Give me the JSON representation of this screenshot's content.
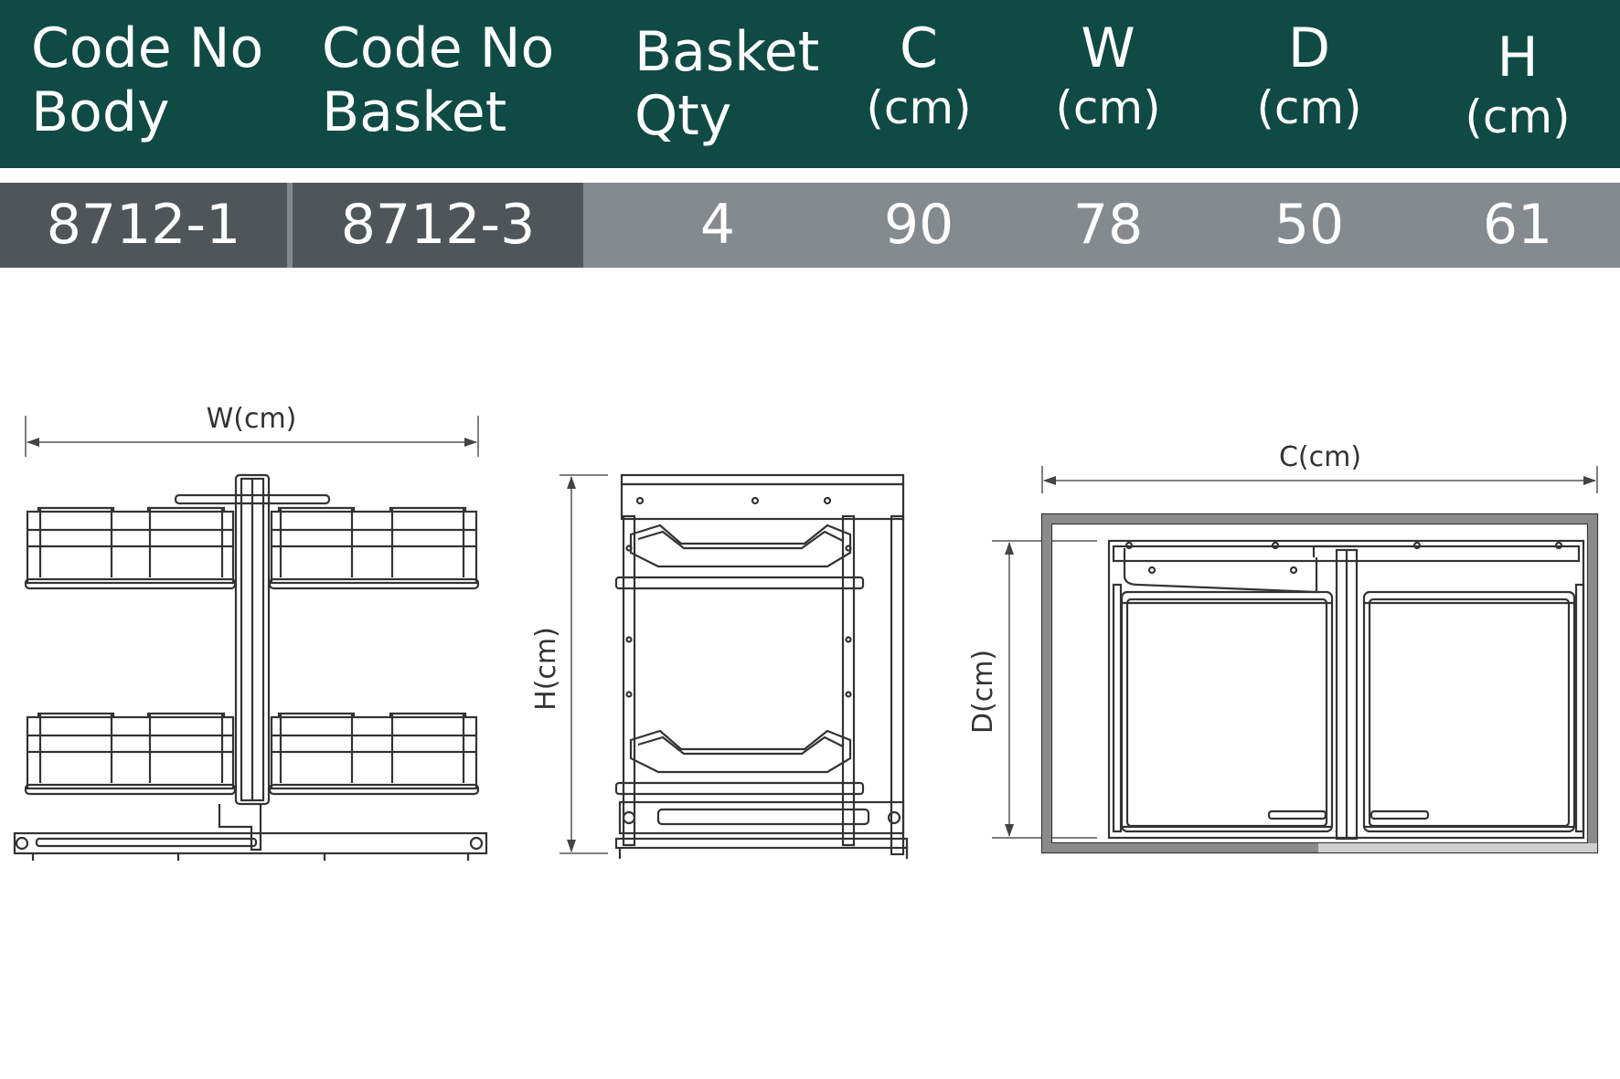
{
  "table": {
    "headers": [
      {
        "line1": "Code No",
        "line2": "Body"
      },
      {
        "line1": "Code No",
        "line2": "Basket"
      },
      {
        "line1": "Basket",
        "line2": "Qty"
      },
      {
        "line1": "C",
        "line2": "(cm)"
      },
      {
        "line1": "W",
        "line2": "(cm)"
      },
      {
        "line1": "D",
        "line2": "(cm)"
      },
      {
        "line1": "H",
        "line2": "(cm)"
      }
    ],
    "values": [
      "8712-1",
      "8712-3",
      "4",
      "90",
      "78",
      "50",
      "61"
    ]
  },
  "drawings": {
    "front_view": {
      "dimension_label": "W(cm)"
    },
    "side_view": {
      "dimension_label": "H(cm)"
    },
    "top_view": {
      "width_label": "C(cm)",
      "depth_label": "D(cm)"
    }
  },
  "colors": {
    "header_bg": "#0f4a45",
    "code_cells_bg": "#4f5558",
    "value_row_bg": "#858a8f",
    "text_light": "#ffffff",
    "drawing_line": "#333333"
  }
}
